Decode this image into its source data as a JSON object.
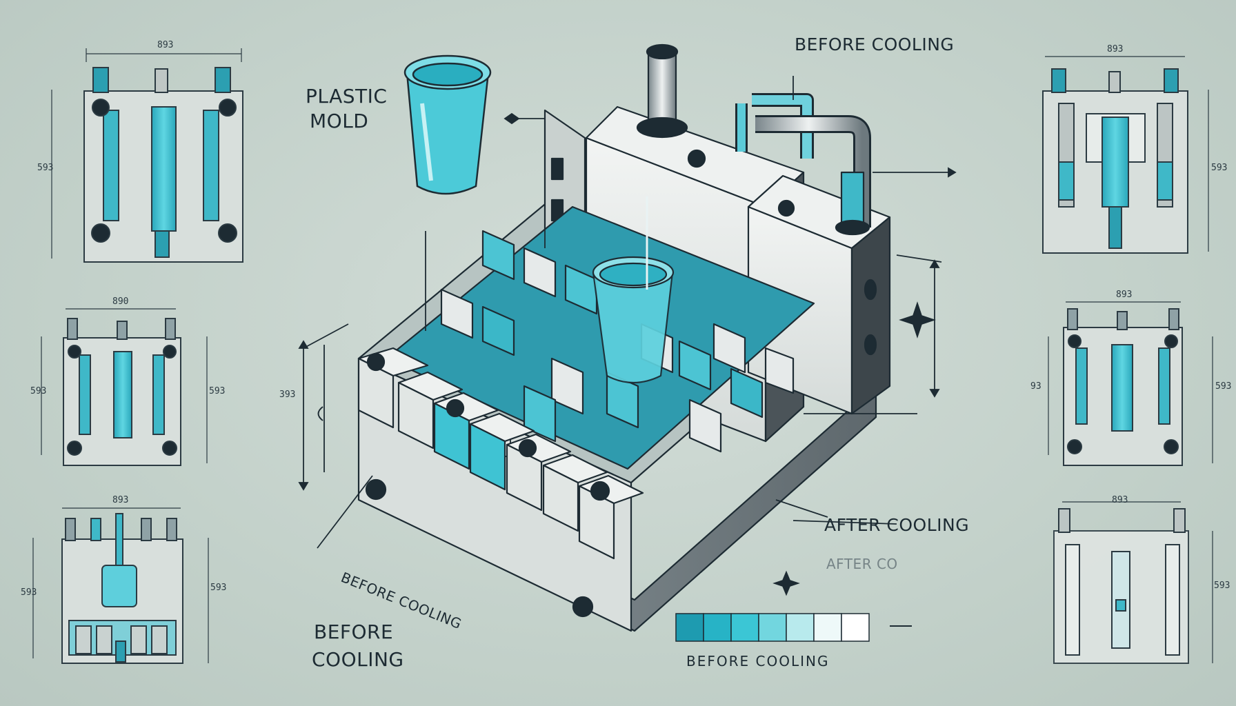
{
  "labels": {
    "plastic_mold_line1": "PLASTIC",
    "plastic_mold_line2": "MOLD",
    "before_cooling_top": "BEFORE COOLING",
    "after_cooling_main": "AFTER COOLING",
    "after_cooling_faded": "AFTER CO",
    "before_cooling_diag": "BEFORE COOLING",
    "before_cooling_bottom_line1": "BEFORE",
    "before_cooling_bottom_line2": "COOLING",
    "scale_caption": "BEFORE COOLING"
  },
  "dimensions": {
    "panel_tl_top": "893",
    "panel_tl_side": "593",
    "panel_ml_top": "890",
    "panel_ml_left": "593",
    "panel_ml_right": "593",
    "panel_bl_top": "893",
    "panel_bl_left": "593",
    "panel_bl_right": "593",
    "panel_tr_top": "893",
    "panel_tr_side": "593",
    "panel_mr_top": "893",
    "panel_mr_left": "93",
    "panel_mr_right": "593",
    "panel_br_top": "893",
    "panel_br_side": "593",
    "main_height": "393"
  },
  "colors": {
    "cyan": "#3fc3d3",
    "cyan_dark": "#1f8fa3",
    "metal_light": "#e3e7e6",
    "metal_dark": "#3a4247",
    "ink": "#1d2b33"
  },
  "scale_swatches": [
    "#1e9bb0",
    "#27b3c6",
    "#3bc6d5",
    "#72d6df",
    "#b8eaed",
    "#eef9f9",
    "#ffffff"
  ]
}
